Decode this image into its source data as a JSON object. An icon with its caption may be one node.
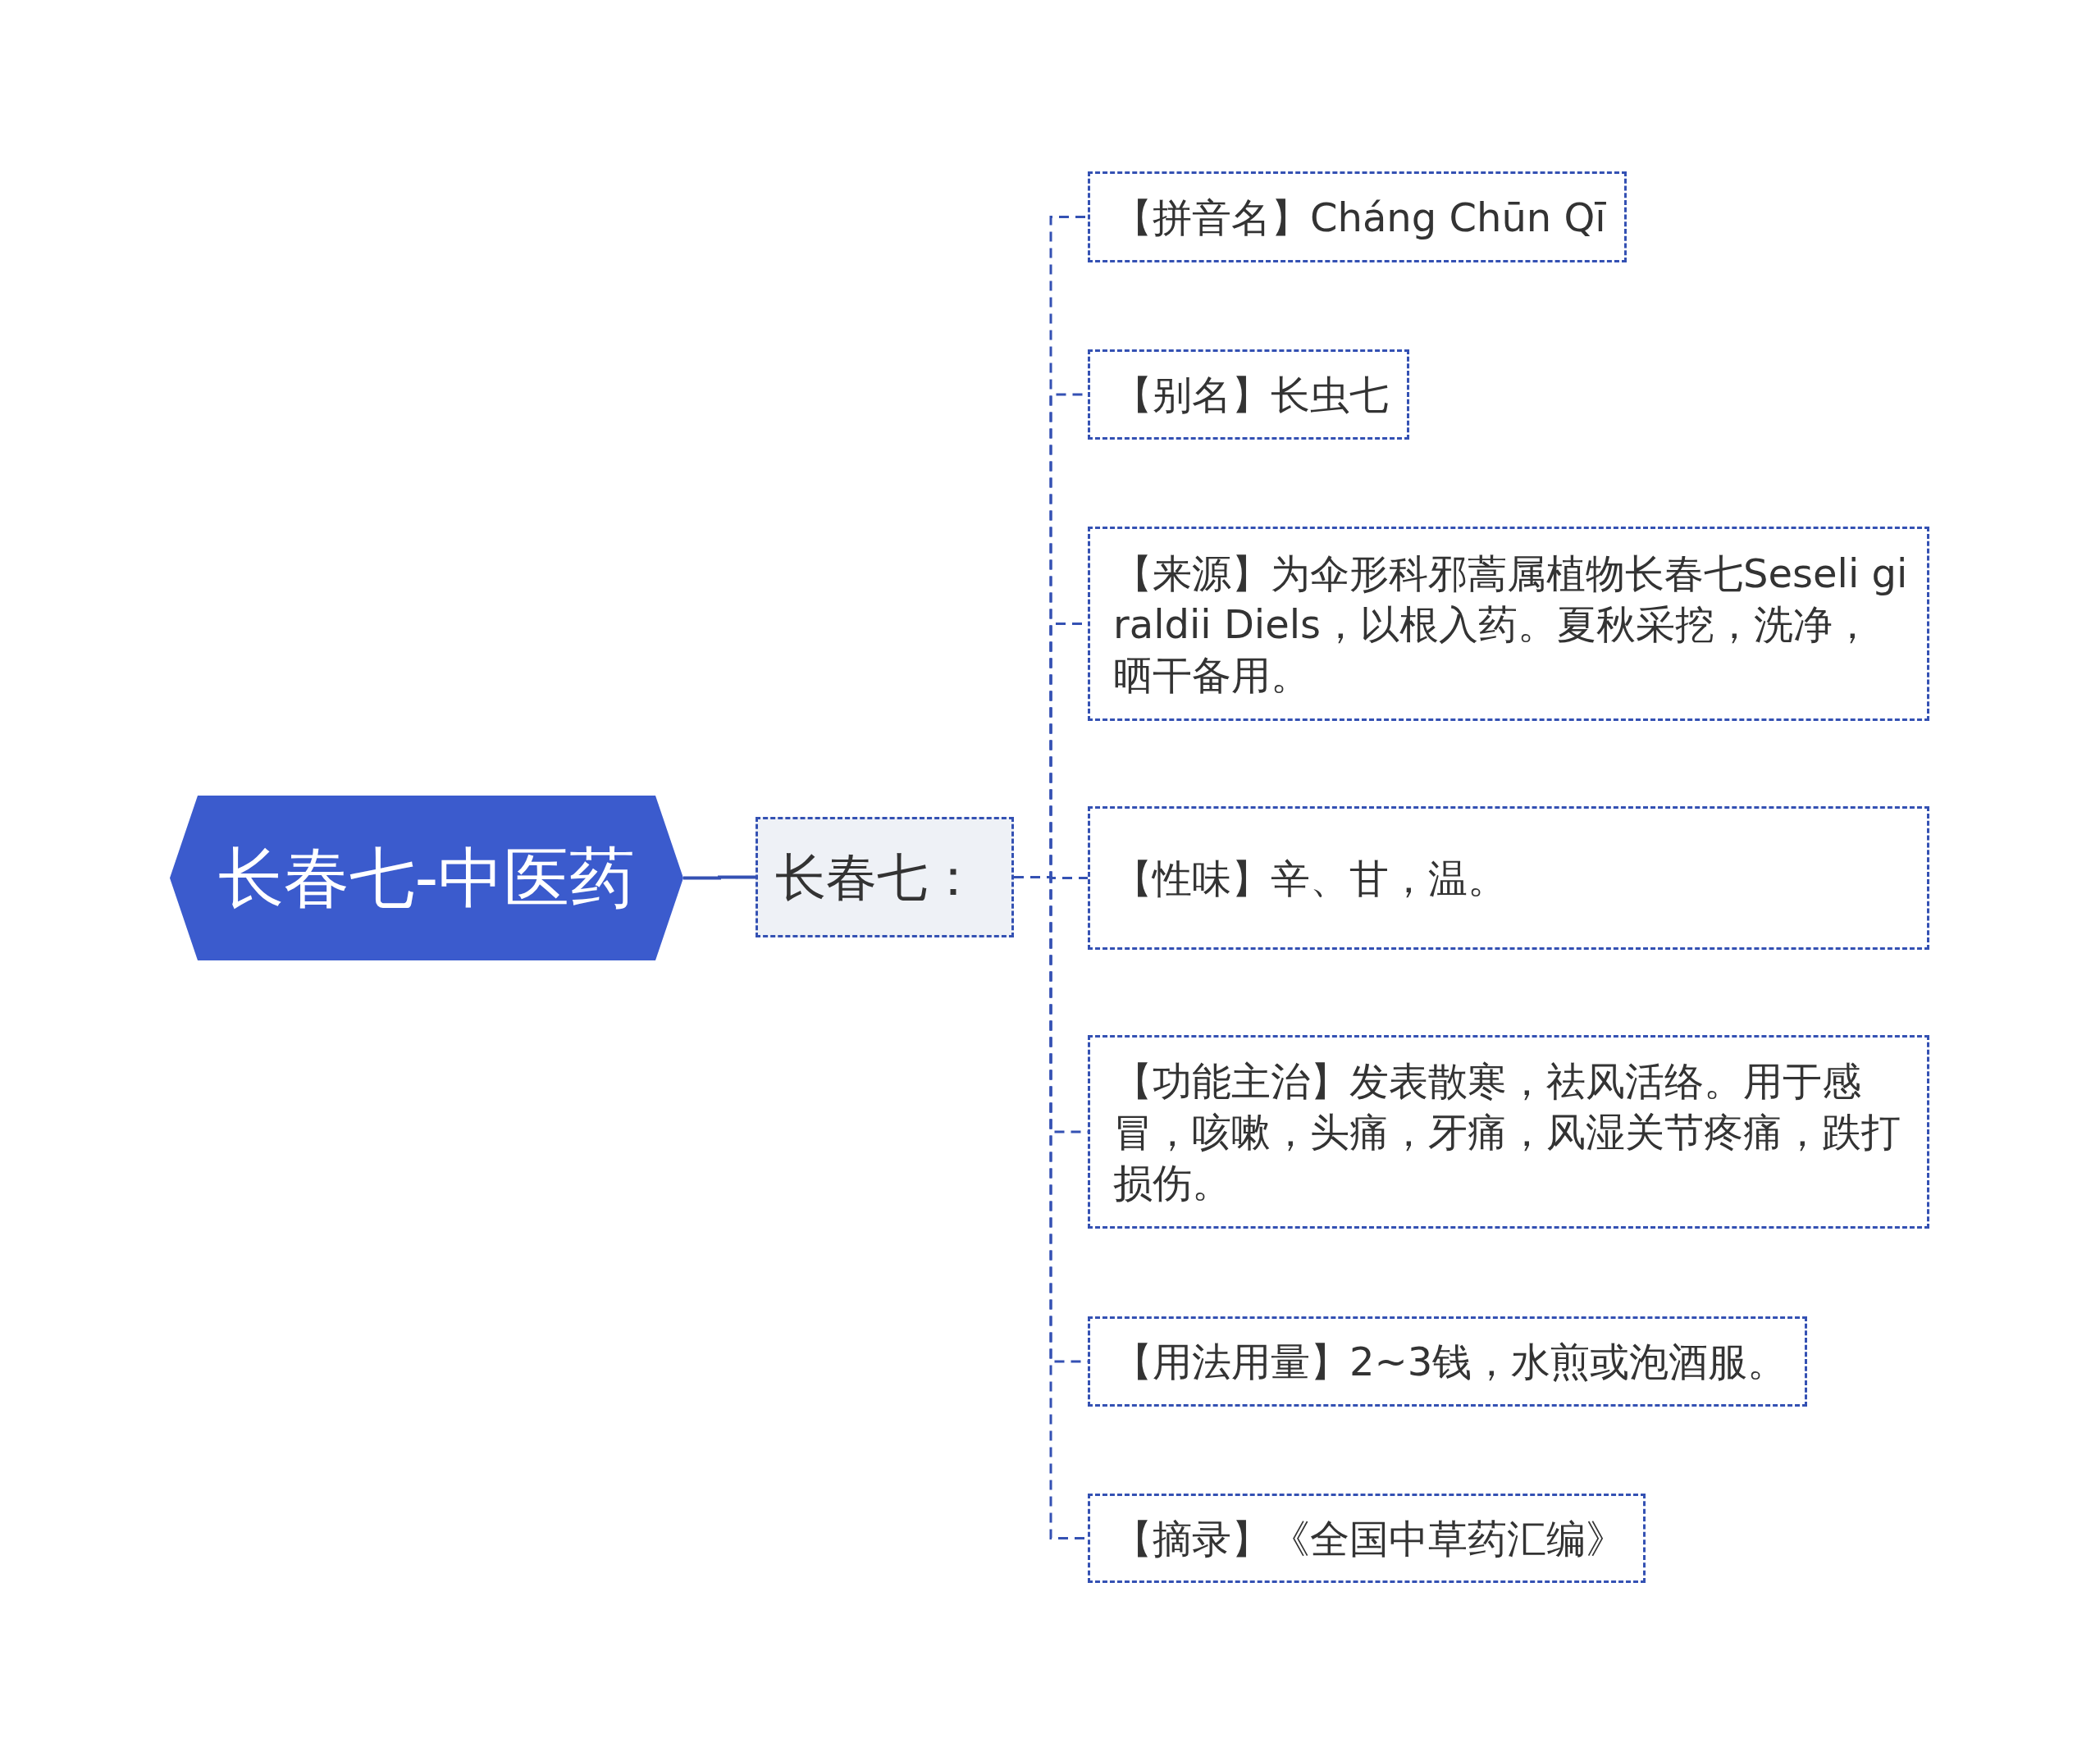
{
  "diagram": {
    "nodes": [
      {
        "text": [
          "长春七-中医药"
        ]
      },
      {
        "text": [
          "长春七："
        ]
      },
      {
        "text": [
          "【拼音名】Cháng Chūn Qī"
        ]
      },
      {
        "text": [
          "【别名】长虫七"
        ]
      },
      {
        "text": [
          "【来源】为伞形科邪蒿属植物长春七Seseli giraldii Diels，以根入药。夏秋采挖，洗净，晒干备用。"
        ]
      },
      {
        "text": [
          "【性味】辛、甘，温。"
        ]
      },
      {
        "text": [
          "【功能主治】发表散寒，祛风活络。用于感冒，咳嗽，头痛，牙痛，风湿关节疼痛，跌打损伤。"
        ]
      },
      {
        "text": [
          "【用法用量】2~3钱，水煎或泡酒服。"
        ]
      },
      {
        "text": [
          "【摘录】《全国中草药汇编》"
        ]
      }
    ],
    "edges": [
      {
        "from": 0,
        "to": 1,
        "arrow": "none"
      },
      {
        "from": 1,
        "to": 2,
        "arrow": "none",
        "style": "dashed"
      },
      {
        "from": 1,
        "to": 3,
        "arrow": "none",
        "style": "dashed"
      },
      {
        "from": 1,
        "to": 4,
        "arrow": "none",
        "style": "dashed"
      },
      {
        "from": 1,
        "to": 5,
        "arrow": "none",
        "style": "dashed"
      },
      {
        "from": 1,
        "to": 6,
        "arrow": "none",
        "style": "dashed"
      },
      {
        "from": 1,
        "to": 7,
        "arrow": "none",
        "style": "dashed"
      },
      {
        "from": 1,
        "to": 8,
        "arrow": "none",
        "style": "dashed"
      }
    ]
  }
}
